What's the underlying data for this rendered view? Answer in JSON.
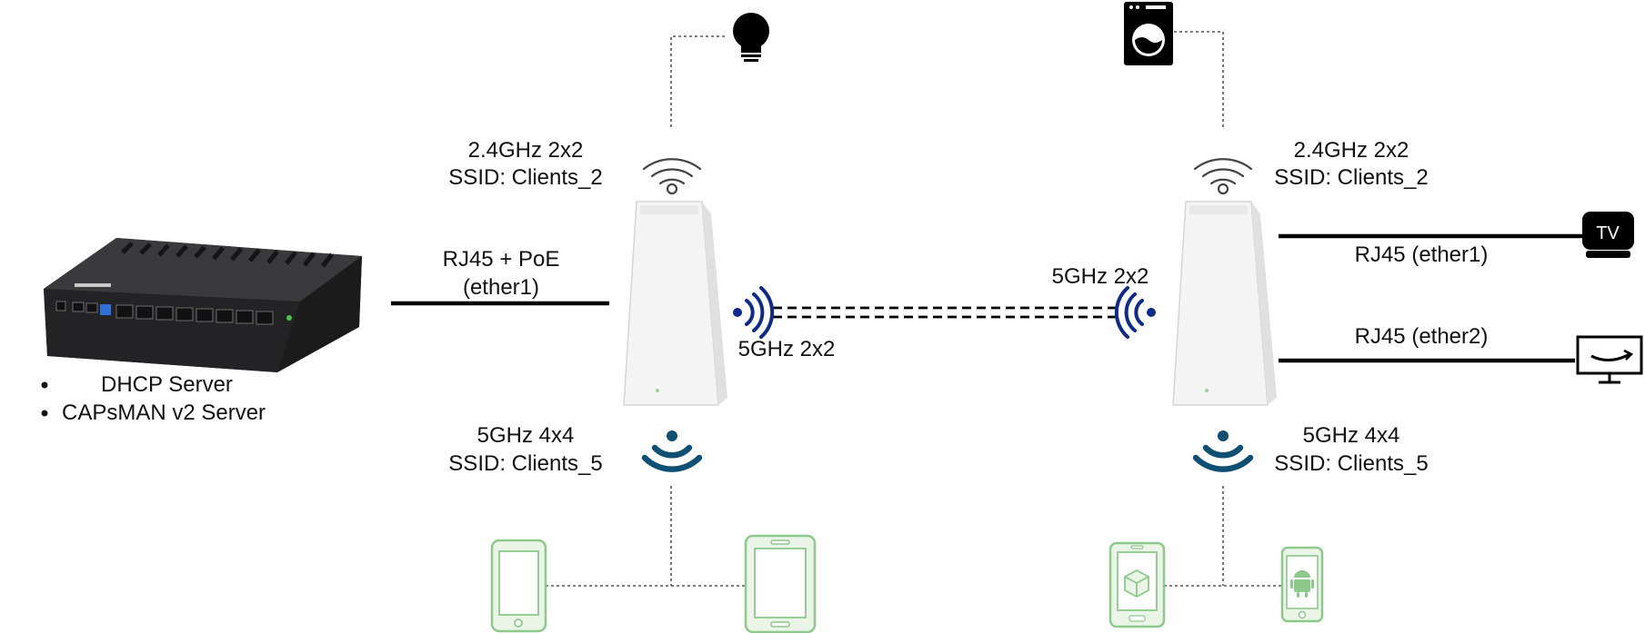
{
  "router": {
    "features": [
      "DHCP Server",
      "CAPsMAN v2 Server"
    ],
    "uplink_label_line1": "RJ45 + PoE",
    "uplink_label_line2": "(ether1)"
  },
  "ap_left": {
    "band24_line1": "2.4GHz 2x2",
    "band24_line2": "SSID: Clients_2",
    "band5_line1": "5GHz 4x4",
    "band5_line2": "SSID: Clients_5",
    "backhaul_label": "5GHz 2x2"
  },
  "ap_right": {
    "band24_line1": "2.4GHz 2x2",
    "band24_line2": "SSID: Clients_2",
    "band5_line1": "5GHz 4x4",
    "band5_line2": "SSID: Clients_5",
    "backhaul_label": "5GHz 2x2",
    "port1_label": "RJ45 (ether1)",
    "port2_label": "RJ45 (ether2)"
  },
  "devices": {
    "tv_box_text": "TV"
  },
  "colors": {
    "wifi_5ghz": "#0e4f74",
    "backhaul": "#0d2a8c",
    "client_device": "#8cc98a",
    "client_fill": "#eaf5e8",
    "router_body": "#2e2e30"
  }
}
